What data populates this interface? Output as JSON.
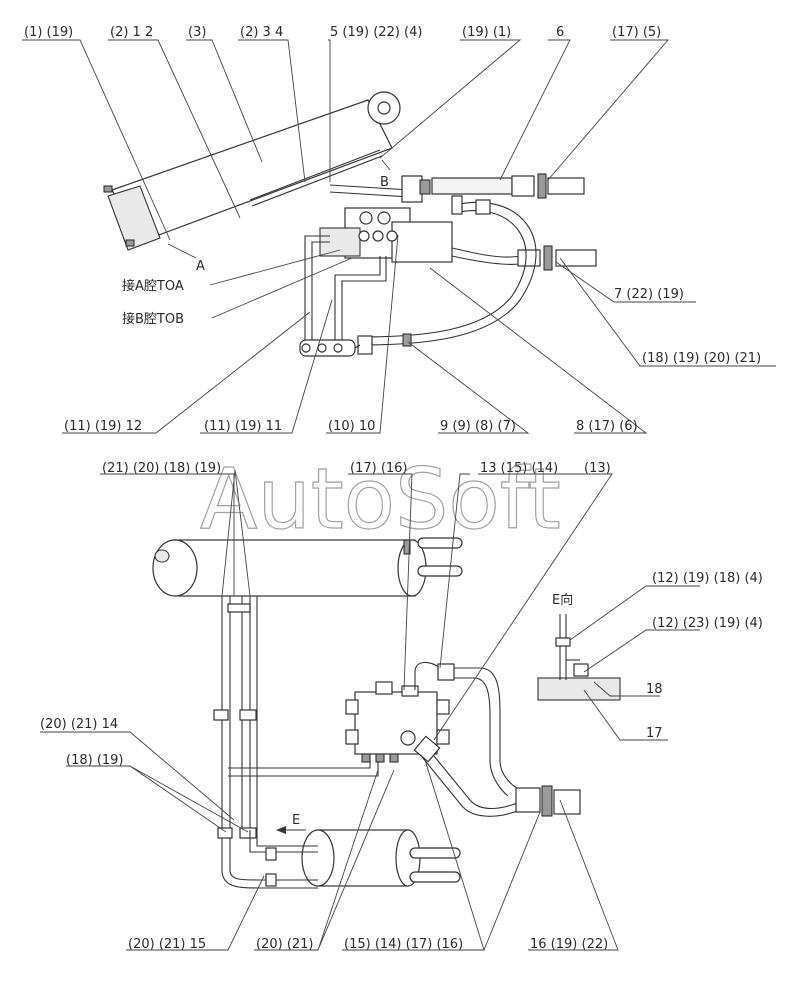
{
  "callouts_top": [
    "(1) (19)",
    "(2) 1 2",
    "(3)",
    "(2) 3 4",
    "5 (19) (22) (4)",
    "(19) (1)",
    "6",
    "(17) (5)"
  ],
  "callouts_right_top": [
    "7 (22) (19)",
    "(18) (19) (20) (21)"
  ],
  "callouts_mid": [
    "(11) (19) 12",
    "(11) (19) 11",
    "(10) 10",
    "9 (9) (8) (7)",
    "8 (17) (6)"
  ],
  "port_labels": {
    "a": "A",
    "b": "B",
    "to_a": "接A腔TOA",
    "to_b": "接B腔TOB"
  },
  "callouts_lower_top": [
    "(21) (20) (18) (19)",
    "(17) (16)",
    "13 (15) (14)",
    "(13)"
  ],
  "callouts_left": [
    "(20) (21) 14",
    "(18) (19)"
  ],
  "detail": {
    "title": "E向",
    "c1": "(12) (19) (18) (4)",
    "c2": "(12) (23) (19) (4)",
    "c3": "18",
    "c4": "17"
  },
  "arrow_e": "E",
  "callouts_bottom": [
    "(20) (21) 15",
    "(20) (21)",
    "(15) (14) (17) (16)",
    "16 (19) (22)"
  ],
  "watermark": "AutoSoft"
}
